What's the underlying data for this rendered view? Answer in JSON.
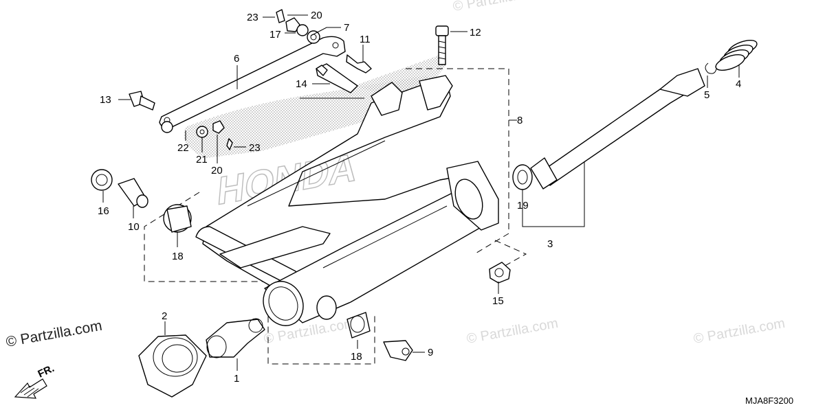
{
  "diagram": {
    "code": "MJA8F3200",
    "direction_label": "FR.",
    "logo_text": "HONDA",
    "watermarks": [
      "© Partzilla.com",
      "© Partzilla.com",
      "© Partzilla.com",
      "© Partzilla.com",
      "© Partzilla.com"
    ],
    "callouts": {
      "p1": "1",
      "p2": "2",
      "p3": "3",
      "p4": "4",
      "p5": "5",
      "p6": "6",
      "p7": "7",
      "p8": "8",
      "p9": "9",
      "p10": "10",
      "p11": "11",
      "p12": "12",
      "p13": "13",
      "p14": "14",
      "p15": "15",
      "p16": "16",
      "p17": "17",
      "p18a": "18",
      "p18b": "18",
      "p19": "19",
      "p20a": "20",
      "p20b": "20",
      "p21": "21",
      "p22": "22",
      "p23a": "23",
      "p23b": "23"
    }
  }
}
